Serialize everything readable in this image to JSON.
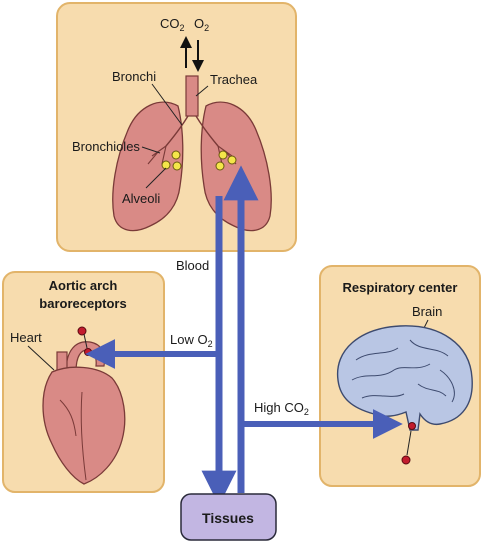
{
  "lungs_panel": {
    "co2": "CO",
    "co2_sub": "2",
    "o2": "O",
    "o2_sub": "2",
    "bronchi": "Bronchi",
    "trachea": "Trachea",
    "bronchioles": "Bronchioles",
    "alveoli": "Alveoli"
  },
  "flow": {
    "blood": "Blood",
    "low_o2": "Low O",
    "low_o2_sub": "2",
    "high_co2": "High CO",
    "high_co2_sub": "2"
  },
  "aortic_panel": {
    "title_line1": "Aortic arch",
    "title_line2": "baroreceptors",
    "heart": "Heart"
  },
  "respiratory_panel": {
    "title": "Respiratory center",
    "brain": "Brain"
  },
  "tissues_box": {
    "label": "Tissues"
  },
  "colors": {
    "panel_fill": "#f7dcae",
    "panel_border": "#e2b46a",
    "organ_fill": "#d98a86",
    "organ_stroke": "#7a3a38",
    "brain_fill": "#b9c6e4",
    "brain_stroke": "#3d4a6e",
    "arrow_blue": "#4a5fb8",
    "tissues_fill": "#c2b6e2",
    "alveoli_yellow": "#f4e64a",
    "dot_red": "#c21c2e"
  }
}
